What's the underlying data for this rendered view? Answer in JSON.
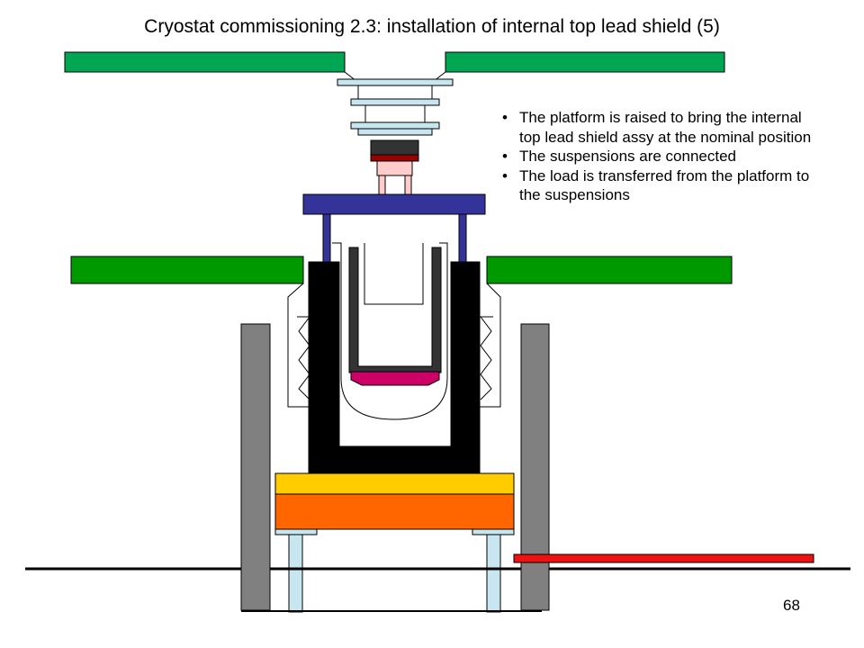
{
  "slide": {
    "title": "Cryostat commissioning 2.3: installation of internal top lead shield (5)",
    "bullets": [
      "The platform is raised to bring the internal top lead shield assy at the nominal position",
      "The suspensions are connected",
      "The load is transferred from the platform to the suspensions"
    ],
    "page_number": "68"
  },
  "colors": {
    "floor_green": "#00A651",
    "platform_green": "#009900",
    "flange_light": "#C8E6F0",
    "navy_plate": "#333399",
    "lead_black": "#000000",
    "dark_red": "#990000",
    "pink": "#FFCCCC",
    "magenta": "#CC0066",
    "yellow": "#FFCC00",
    "orange": "#FF6600",
    "support_gray": "#808080",
    "red_rail": "#EE1111"
  }
}
